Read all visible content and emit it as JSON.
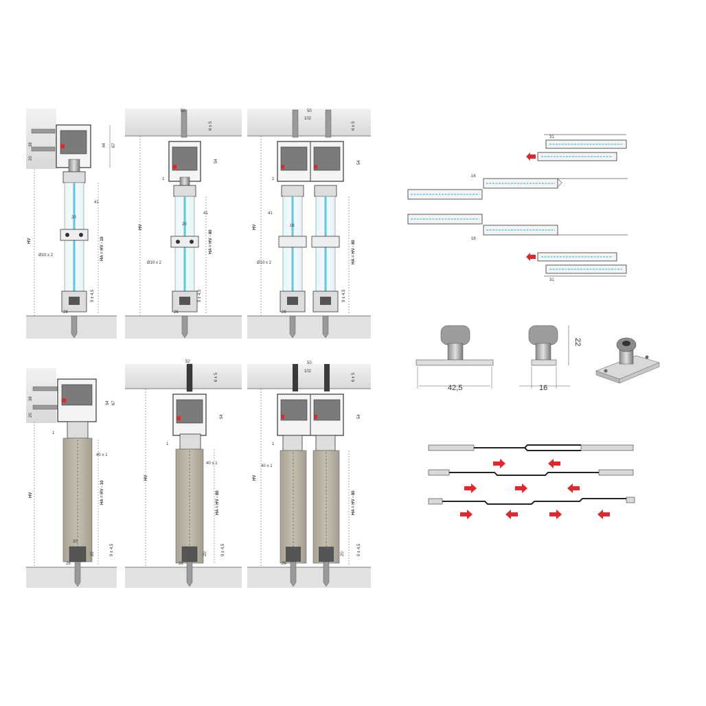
{
  "panel_labels": {
    "hv": "HV",
    "ha_single": "HA = HV - 10",
    "ha_double": "HA = HV - 80",
    "bore": "Ø10 x 2"
  },
  "dims_glass_single": [
    "20",
    "38",
    "44",
    "67",
    "41",
    "20",
    "9 ± 4,5",
    "26"
  ],
  "dims_glass_double": [
    "50",
    "6 ± 5",
    "54",
    "41",
    "20",
    "1",
    "9 ± 4,5",
    "26"
  ],
  "dims_glass_triple": [
    "50",
    "102",
    "6 ± 5",
    "54",
    "41",
    "16",
    "1",
    "9 ± 4,5",
    "26"
  ],
  "dims_wood_single": [
    "38",
    "20",
    "54",
    "67",
    "1",
    "40 ± 1",
    "20",
    "20",
    "9 ± 4,5",
    "26"
  ],
  "dims_wood_double": [
    "52",
    "6 ± 5",
    "54",
    "1",
    "40 ± 1",
    "20",
    "9 ± 4,5",
    "26"
  ],
  "dims_wood_triple": [
    "50",
    "102",
    "6 ± 5",
    "54",
    "1",
    "40 ± 1",
    "20",
    "9 ± 4,5",
    "26"
  ],
  "plan_dims": [
    "31",
    "16",
    "16",
    "31"
  ],
  "guide_dims": [
    "42,5",
    "16",
    "22"
  ],
  "colors": {
    "glass": "#5bc6ea",
    "accent_red": "#e3262c",
    "ceiling": "#e3e3e3",
    "wood": "#b8b2a6"
  }
}
